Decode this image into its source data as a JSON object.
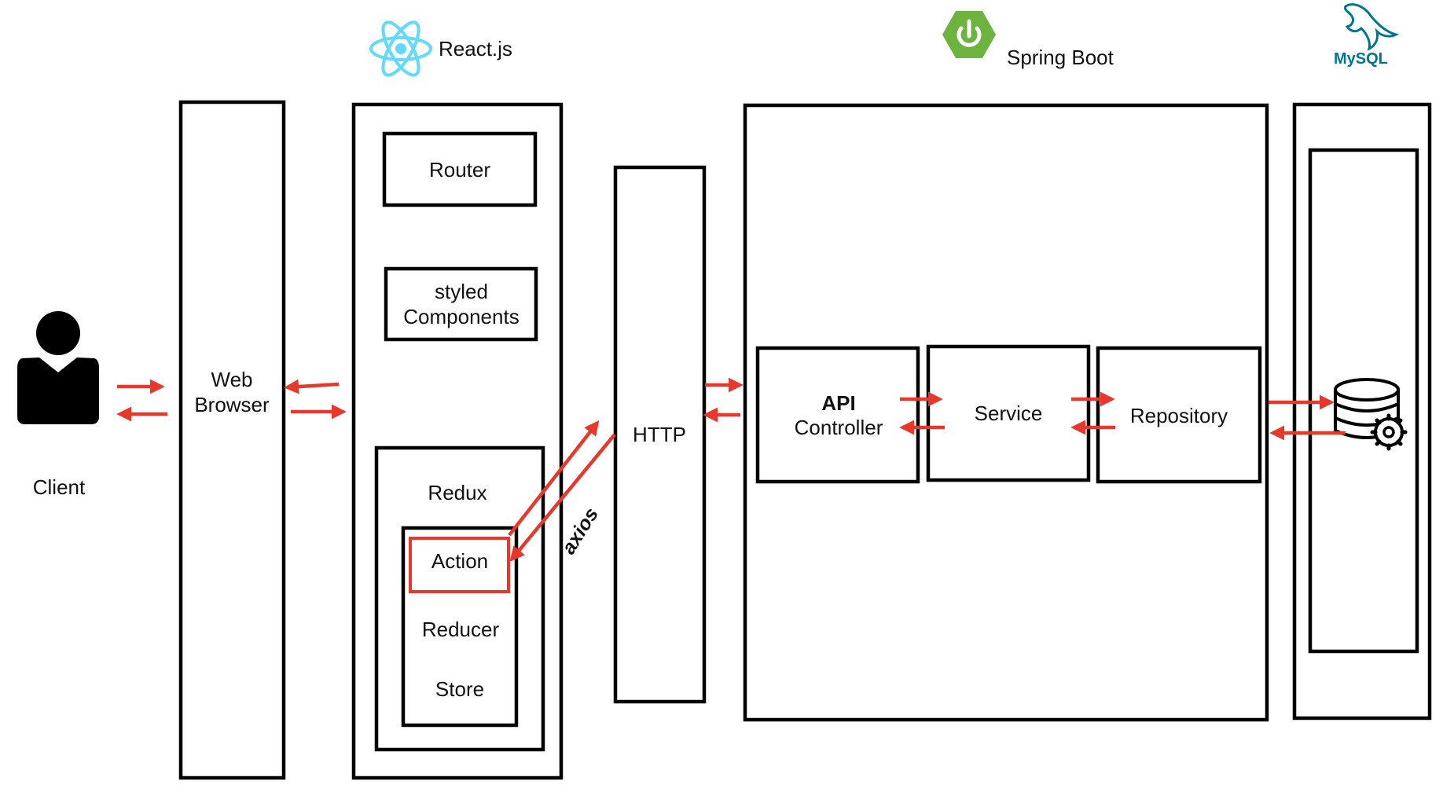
{
  "frameworks": {
    "react": {
      "label": "React.js",
      "color": "#61dafb"
    },
    "spring": {
      "label": "Spring Boot",
      "color": "#6db33f"
    },
    "mysql": {
      "label": "MySQL",
      "color": "#00758f"
    }
  },
  "client": {
    "label": "Client",
    "icon": "user-icon"
  },
  "browser": {
    "label_line1": "Web",
    "label_line2": "Browser"
  },
  "react_app": {
    "router": "Router",
    "styled_line1": "styled",
    "styled_line2": "Components",
    "redux": {
      "title": "Redux",
      "action": "Action",
      "reducer": "Reducer",
      "store": "Store"
    }
  },
  "http": {
    "label": "HTTP",
    "axios": "axios"
  },
  "spring_app": {
    "api_line1": "API",
    "api_line2": "Controller",
    "service": "Service",
    "repository": "Repository"
  },
  "database": {
    "icon": "database-gear-icon"
  },
  "colors": {
    "arrow": "#e8382c",
    "outline": "#000000",
    "highlight": "#e8382c"
  }
}
